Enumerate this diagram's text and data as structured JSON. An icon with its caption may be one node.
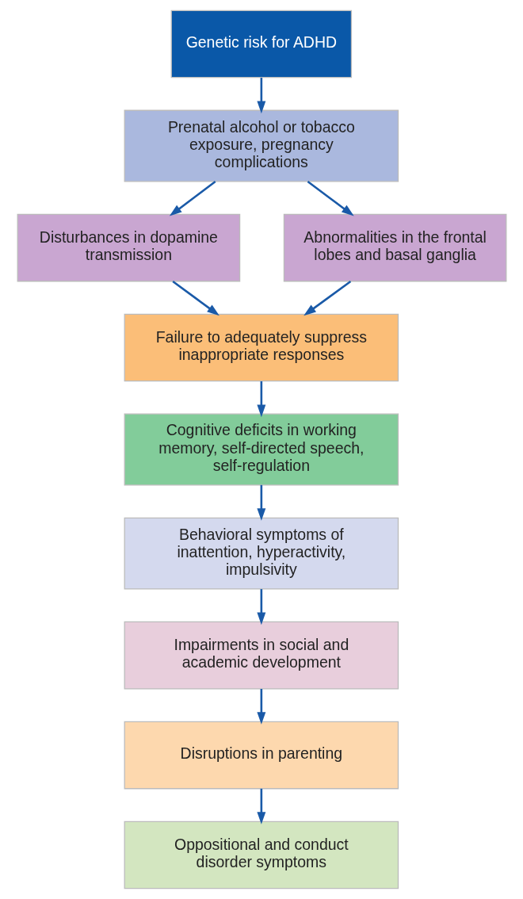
{
  "diagram": {
    "nodes": [
      {
        "text": [
          "Genetic risk for ADHD"
        ]
      },
      {
        "text": [
          "Prenatal alcohol or tobacco exposure, pregnancy complications"
        ]
      },
      {
        "text": [
          "Disturbances in dopamine transmission"
        ]
      },
      {
        "text": [
          "Abnormalities in the frontal lobes and basal ganglia"
        ]
      },
      {
        "text": [
          "Failure to adequately suppress inappropriate responses"
        ]
      },
      {
        "text": [
          "Cognitive deficits in working memory, self-directed speech, self-regulation"
        ]
      },
      {
        "text": [
          "Behavioral symptoms of inattention, hyperactivity, impulsivity"
        ]
      },
      {
        "text": [
          "Impairments in social and academic development"
        ]
      },
      {
        "text": [
          "Disruptions in parenting"
        ]
      },
      {
        "text": [
          "Oppositional and conduct disorder symptoms"
        ]
      }
    ],
    "edges": [
      {
        "from": 0,
        "to": 1,
        "arrow": "to"
      },
      {
        "from": 1,
        "to": 2,
        "arrow": "to"
      },
      {
        "from": 1,
        "to": 3,
        "arrow": "to"
      },
      {
        "from": 2,
        "to": 4,
        "arrow": "to"
      },
      {
        "from": 3,
        "to": 4,
        "arrow": "to"
      },
      {
        "from": 4,
        "to": 5,
        "arrow": "to"
      },
      {
        "from": 5,
        "to": 6,
        "arrow": "to"
      },
      {
        "from": 6,
        "to": 7,
        "arrow": "to"
      },
      {
        "from": 7,
        "to": 8,
        "arrow": "to"
      },
      {
        "from": 8,
        "to": 9,
        "arrow": "to"
      }
    ]
  }
}
